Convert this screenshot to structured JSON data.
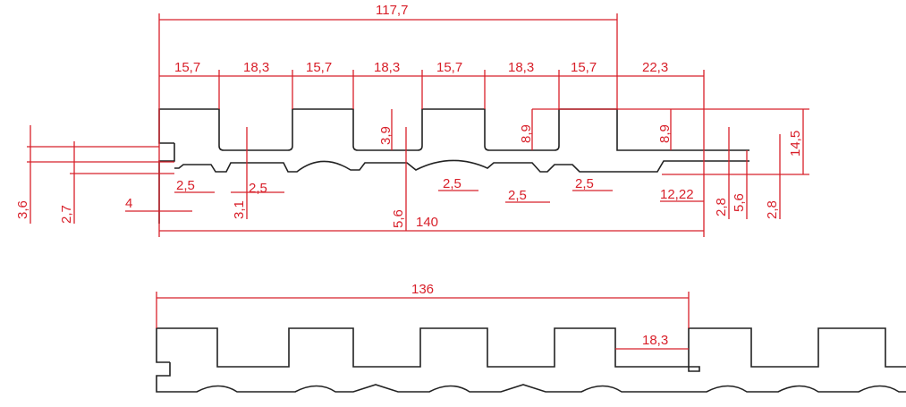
{
  "colors": {
    "dimension": "#d8202a",
    "outline": "#222222"
  },
  "top": {
    "overall": "117,7",
    "segments": [
      "15,7",
      "18,3",
      "15,7",
      "18,3",
      "15,7",
      "18,3",
      "15,7",
      "22,3"
    ],
    "groove_depths": [
      "3,9",
      "8,9",
      "8,9"
    ],
    "height": "14,5",
    "left": [
      "3,6",
      "2,7",
      "4",
      "3,1"
    ],
    "bottom": [
      "2,5",
      "2,5",
      "2,5",
      "2,5",
      "2,5",
      "12,22"
    ],
    "mid": "5,6",
    "right": [
      "2,8",
      "5,6",
      "2,8"
    ],
    "width": "140"
  },
  "bottom": {
    "overall": "136",
    "groove": "18,3"
  }
}
